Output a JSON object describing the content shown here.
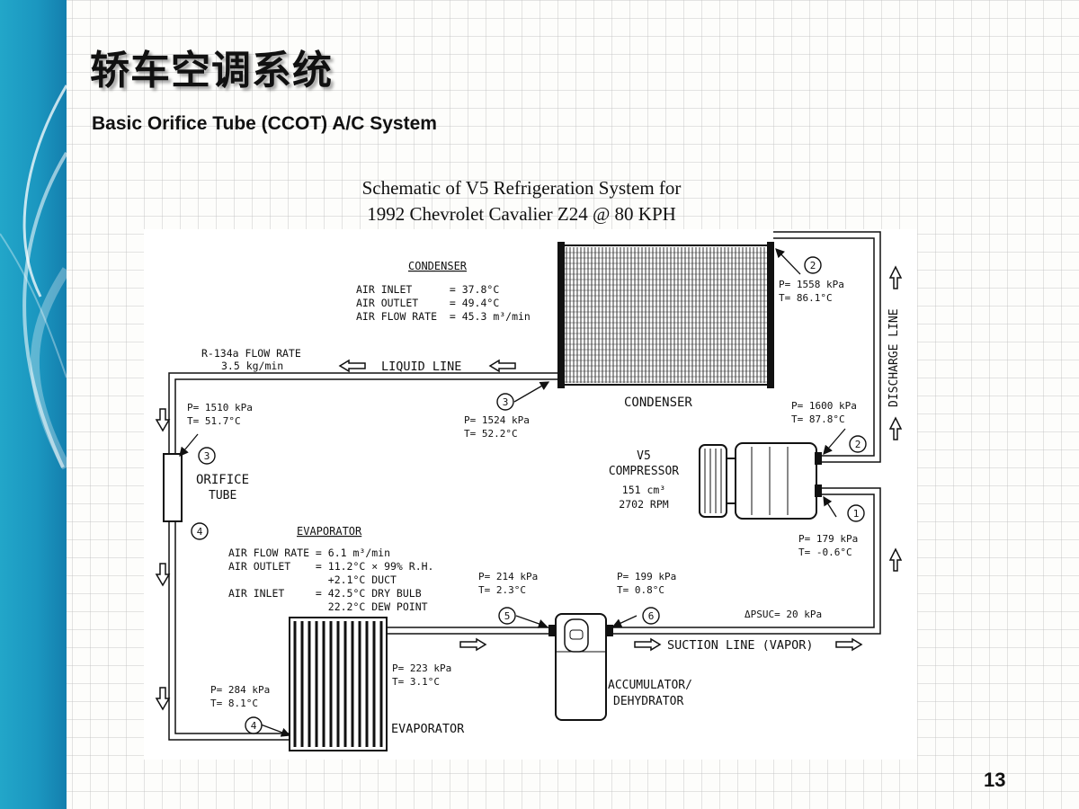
{
  "slide": {
    "title": "轿车空调系统",
    "subtitle": "Basic Orifice Tube (CCOT) A/C System",
    "page_number": "13"
  },
  "schematic": {
    "title_line1": "Schematic of V5 Refrigeration System for",
    "title_line2": "1992 Chevrolet Cavalier Z24 @ 80 KPH"
  },
  "condenser_info": {
    "heading": "CONDENSER",
    "lines": [
      "AIR INLET      = 37.8°C",
      "AIR OUTLET     = 49.4°C",
      "AIR FLOW RATE  = 45.3 m³/min"
    ]
  },
  "flow_rate": {
    "line1": "R-134a FLOW RATE",
    "line2": "3.5 kg/min"
  },
  "lines": {
    "liquid": "LIQUID LINE",
    "discharge": "DISCHARGE LINE",
    "suction": "SUCTION LINE (VAPOR)"
  },
  "components": {
    "condenser": "CONDENSER",
    "compressor_l1": "V5",
    "compressor_l2": "COMPRESSOR",
    "compressor_l3": "151 cm³",
    "compressor_l4": "2702 RPM",
    "orifice_l1": "ORIFICE",
    "orifice_l2": "TUBE",
    "accumulator_l1": "ACCUMULATOR/",
    "accumulator_l2": "DEHYDRATOR",
    "evaporator": "EVAPORATOR"
  },
  "evaporator_info": {
    "heading": "EVAPORATOR",
    "lines": [
      "AIR FLOW RATE = 6.1 m³/min",
      "AIR OUTLET    = 11.2°C × 99% R.H.",
      "                +2.1°C DUCT",
      "AIR INLET     = 42.5°C DRY BULB",
      "                22.2°C DEW POINT"
    ]
  },
  "state_points": {
    "p2_condenser_in": {
      "num": "2",
      "p": "P= 1558 kPa",
      "t": "T= 86.1°C"
    },
    "p2_compressor_out": {
      "num": "2",
      "p": "P= 1600 kPa",
      "t": "T= 87.8°C"
    },
    "p3_condenser_out": {
      "num": "3",
      "p": "P= 1524 kPa",
      "t": "T= 52.2°C"
    },
    "p3_orifice_in": {
      "num": "3",
      "p": "P= 1510 kPa",
      "t": "T= 51.7°C"
    },
    "p4_orifice_out": {
      "num": "4"
    },
    "p4_evap_in": {
      "num": "4",
      "p": "P= 284 kPa",
      "t": "T= 8.1°C"
    },
    "evap_out": {
      "p": "P= 223 kPa",
      "t": "T= 3.1°C"
    },
    "p5_accum_in": {
      "num": "5",
      "p": "P= 214 kPa",
      "t": "T= 2.3°C"
    },
    "p6_accum_out": {
      "num": "6",
      "p": "P= 199 kPa",
      "t": "T= 0.8°C"
    },
    "p1_compressor_in": {
      "num": "1",
      "p": "P= 179 kPa",
      "t": "T= -0.6°C"
    },
    "delta_p_suc": "ΔPSUC= 20 kPa"
  }
}
